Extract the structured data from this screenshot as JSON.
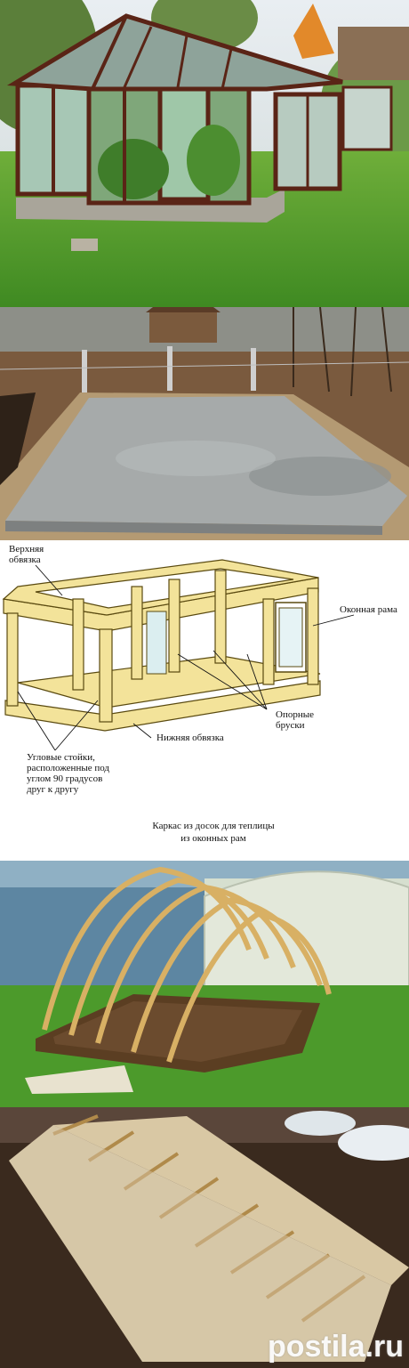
{
  "diagram": {
    "labels": {
      "top_trim": "Верхняя\nобвязка",
      "window_frame": "Оконная рама",
      "support_bars": "Опорные\nбруски",
      "bottom_trim": "Нижняя обвязка",
      "corner_posts": "Угловые стойки,\nрасположенные под\nуглом 90 градусов\nдруг к другу"
    },
    "caption": "Каркас из досок для теплицы\nиз оконных рам"
  },
  "watermark": "postila.ru",
  "colors": {
    "wood_light": "#f3e39a",
    "wood_outline": "#5a4a10",
    "grass": "#4f9a2c",
    "concrete": "#9aa0a4",
    "frame_brown": "#5a2416"
  }
}
